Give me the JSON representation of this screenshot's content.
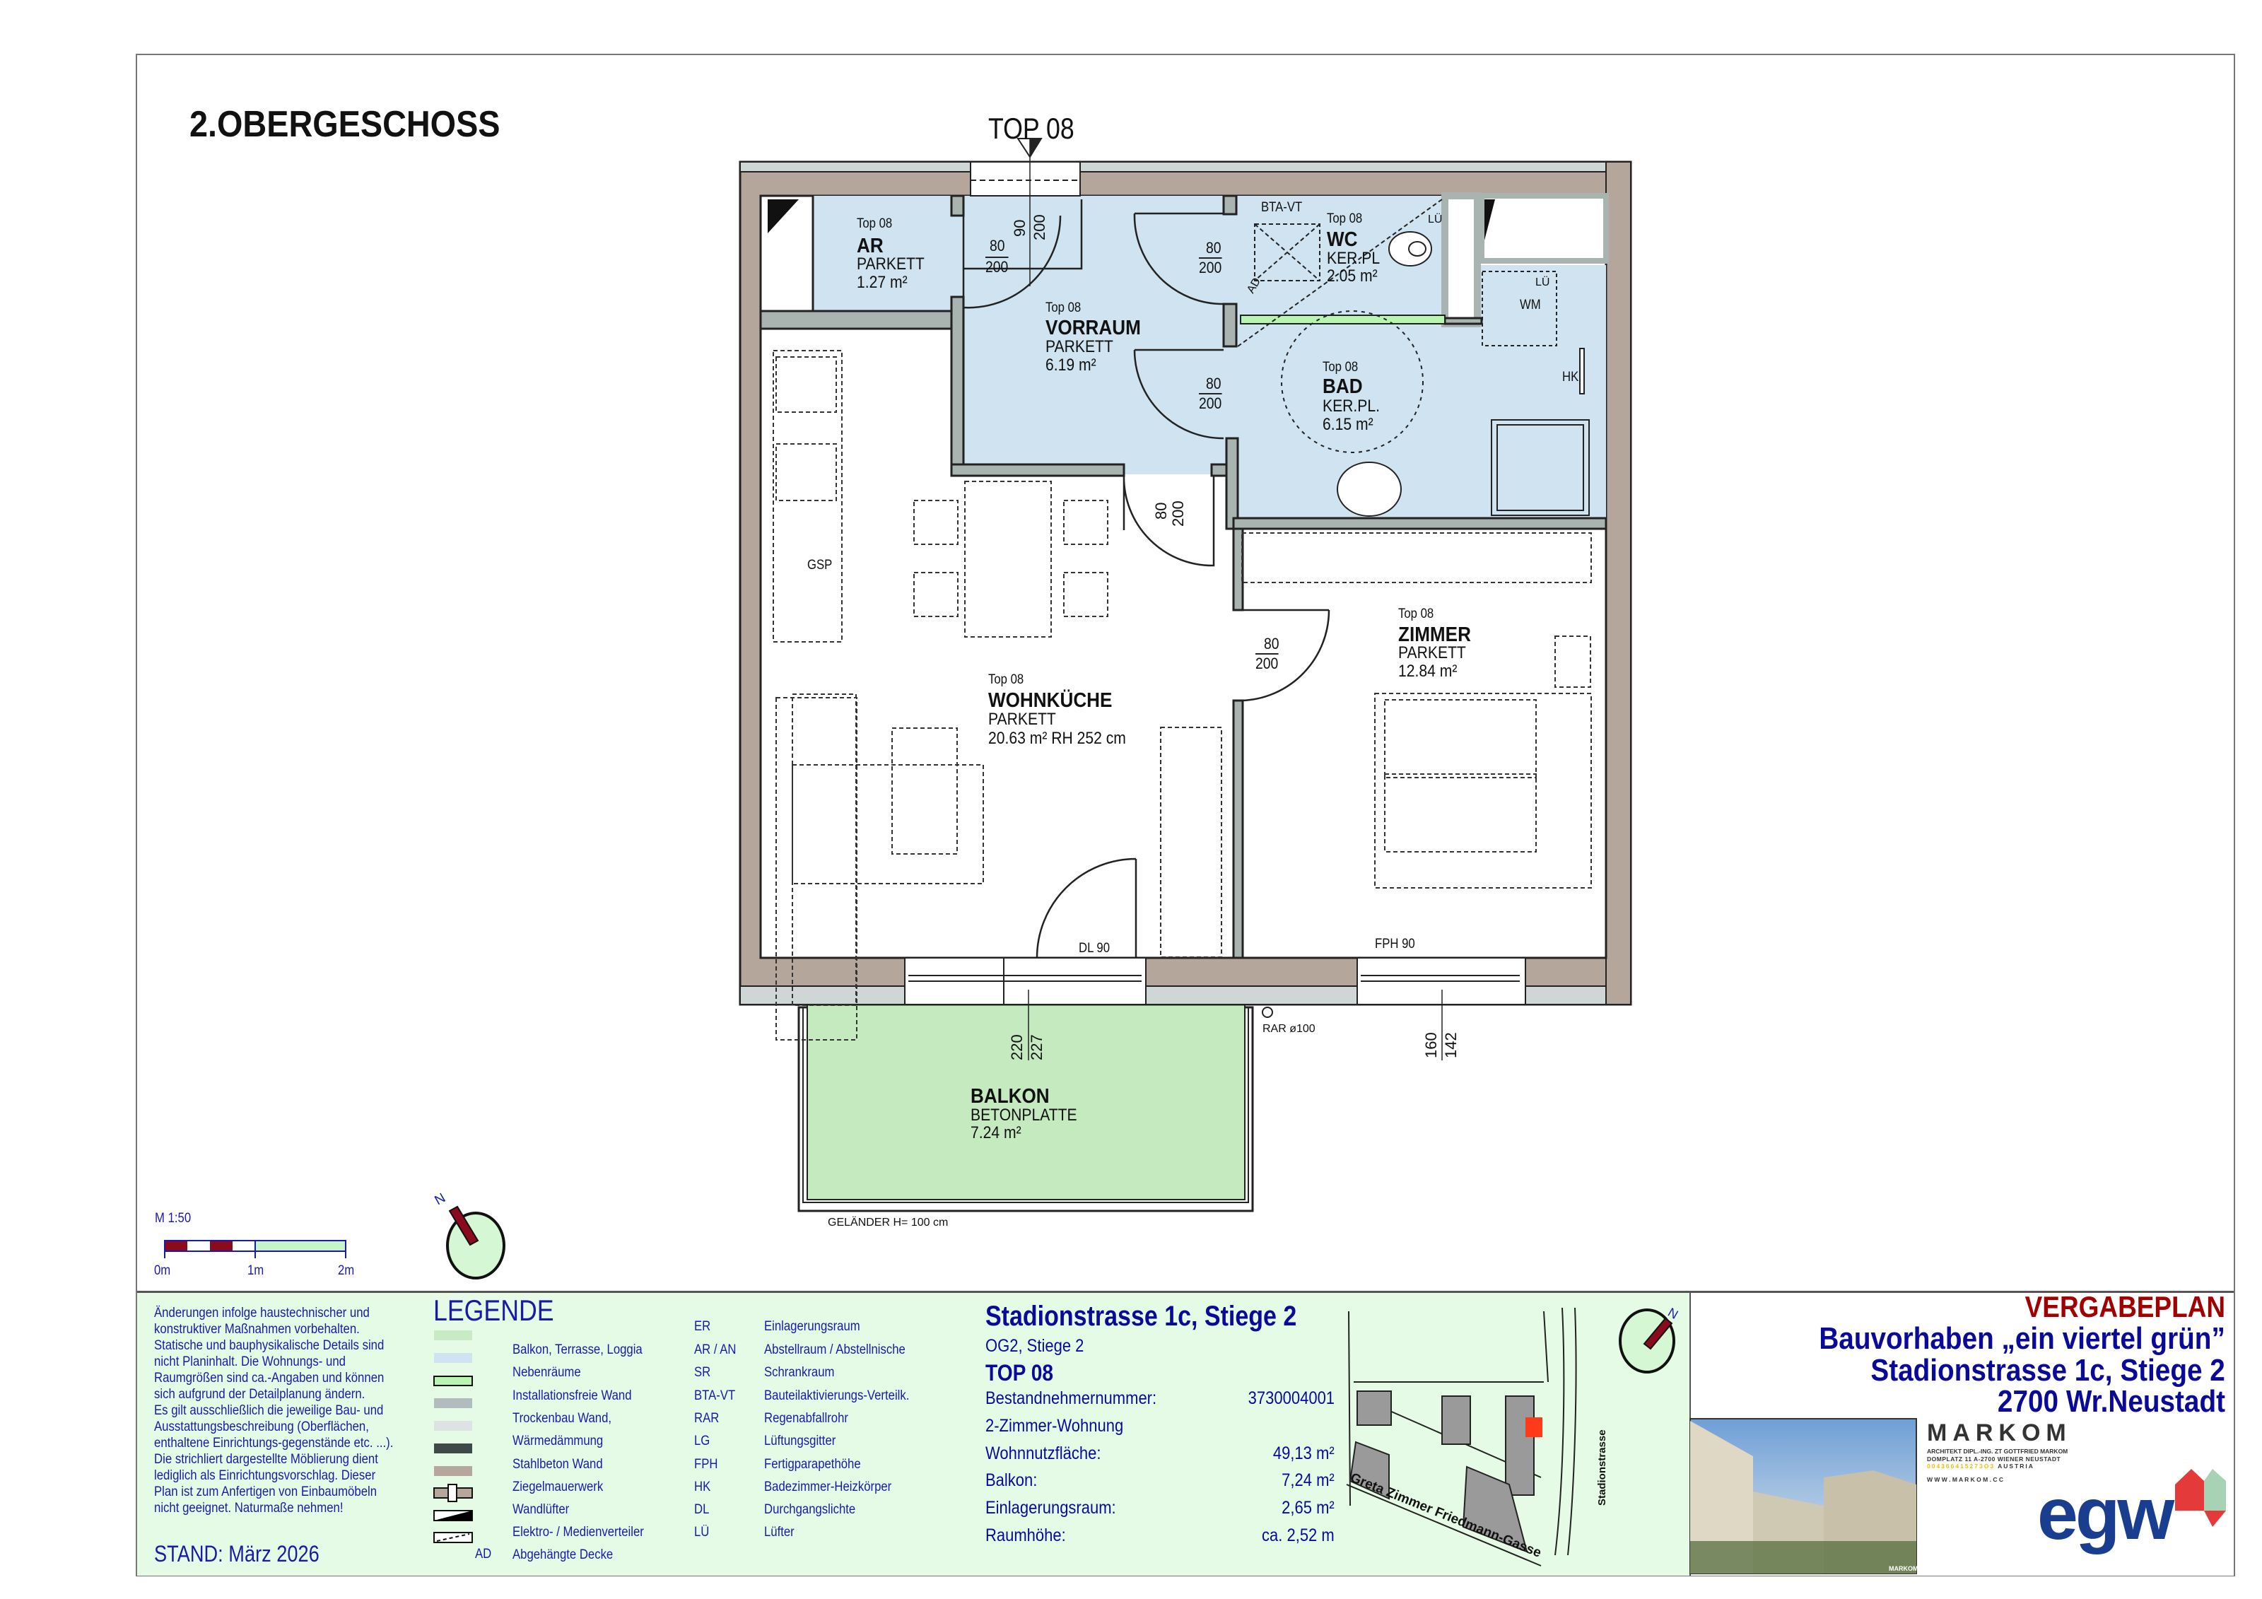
{
  "plan": {
    "floor_title": "2.OBERGESCHOSS",
    "unit_marker": "TOP 08",
    "rooms": {
      "ar": {
        "top": "Top 08",
        "name": "AR",
        "floor": "PARKETT",
        "area": "1.27 m²"
      },
      "vorraum": {
        "top": "Top 08",
        "name": "VORRAUM",
        "floor": "PARKETT",
        "area": "6.19 m²"
      },
      "wc": {
        "top": "Top 08",
        "name": "WC",
        "floor": "KER.PL",
        "area": "2.05 m²"
      },
      "bad": {
        "top": "Top 08",
        "name": "BAD",
        "floor": "KER.PL.",
        "area": "6.15 m²"
      },
      "wohnkueche": {
        "top": "Top 08",
        "name": "WOHNKÜCHE",
        "floor": "PARKETT",
        "area": "20.63 m²  RH 252  cm"
      },
      "zimmer": {
        "top": "Top 08",
        "name": "ZIMMER",
        "floor": "PARKETT",
        "area": "12.84 m²"
      },
      "balkon": {
        "name": "BALKON",
        "floor": "BETONPLATTE",
        "area": "7.24 m²"
      }
    },
    "door_dims": {
      "ar": {
        "w": "80",
        "h": "200"
      },
      "entry": {
        "w": "90",
        "h": "200"
      },
      "wc": {
        "w": "80",
        "h": "200"
      },
      "bad": {
        "w": "80",
        "h": "200"
      },
      "kitchen": {
        "w": "80",
        "h": "200"
      },
      "zimmer": {
        "w": "80",
        "h": "200"
      }
    },
    "window_dims": {
      "balkon": {
        "a": "220",
        "b": "227"
      },
      "zimmer": {
        "a": "160",
        "b": "142"
      }
    },
    "annotations": {
      "bta": "BTA-VT",
      "lue1": "LÜ",
      "lue2": "LÜ",
      "wm": "WM",
      "hk": "HK",
      "gsp": "GSP",
      "ad": "AD",
      "dl": "DL  90",
      "fph": "FPH  90",
      "rar": "RAR  ø100",
      "gelaender": "GELÄNDER  H=  100  cm"
    },
    "scale": {
      "label": "M 1:50",
      "ticks": [
        "0m",
        "1m",
        "2m"
      ]
    },
    "north": "N"
  },
  "footer": {
    "notes": {
      "lines": [
        "Änderungen infolge haustechnischer und",
        "konstruktiver Maßnahmen vorbehalten.",
        "Statische und bauphysikalische Details sind",
        "nicht Planinhalt. Die Wohnungs- und",
        "Raumgrößen sind ca.-Angaben und können",
        "sich aufgrund der Detailplanung ändern.",
        "Es gilt ausschließlich die jeweilige Bau- und",
        "Ausstattungsbeschreibung (Oberflächen,",
        "enthaltene Einrichtungs-gegenstände etc. ...).",
        "Die strichliert dargestellte Möblierung dient",
        "lediglich als Einrichtungsvorschlag. Dieser",
        "Plan ist zum Anfertigen von Einbaumöbeln",
        "nicht geeignet. Naturmaße nehmen!"
      ],
      "stand": "STAND: März 2026"
    },
    "legend": {
      "title": "LEGENDE",
      "items": [
        {
          "label": "Balkon, Terrasse, Loggia",
          "color": "#c8eac4"
        },
        {
          "label": "Nebenräume",
          "color": "#cfe3f0"
        },
        {
          "label": "Installationsfreie Wand",
          "color": "#b8f5b0"
        },
        {
          "label": "Trockenbau Wand,",
          "color": "#b3bcbc"
        },
        {
          "label": "Wärmedämmung",
          "color": "#dde3e3"
        },
        {
          "label": "Stahlbeton Wand",
          "color": "#3e4948"
        },
        {
          "label": "Ziegelmauerwerk",
          "color": "#b6a79c"
        },
        {
          "label": "Wandlüfter",
          "color": "#b6a79c"
        },
        {
          "label": "Elektro- / Medienverteiler",
          "color": "#000000"
        },
        {
          "label": "Abgehängte Decke",
          "color": "#ffffff"
        }
      ],
      "ad_tag": "AD",
      "abbreviations": [
        {
          "abbr": "ER",
          "desc": "Einlagerungsraum"
        },
        {
          "abbr": "AR / AN",
          "desc": "Abstellraum / Abstellnische"
        },
        {
          "abbr": "SR",
          "desc": "Schrankraum"
        },
        {
          "abbr": "BTA-VT",
          "desc": "Bauteilaktivierungs-Verteilk."
        },
        {
          "abbr": "RAR",
          "desc": "Regenabfallrohr"
        },
        {
          "abbr": "LG",
          "desc": "Lüftungsgitter"
        },
        {
          "abbr": "FPH",
          "desc": "Fertigparapethöhe"
        },
        {
          "abbr": "HK",
          "desc": "Badezimmer-Heizkörper"
        },
        {
          "abbr": "DL",
          "desc": "Durchgangslichte"
        },
        {
          "abbr": "LÜ",
          "desc": "Lüfter"
        }
      ]
    },
    "unit_info": {
      "address": "Stadionstrasse 1c, Stiege 2",
      "level": "OG2, Stiege 2",
      "unit": "TOP 08",
      "rows": [
        {
          "label": "Bestandnehmernummer:",
          "value": "3730004001"
        },
        {
          "label": "2-Zimmer-Wohnung",
          "value": ""
        },
        {
          "label": "Wohnnutzfläche:",
          "value": "49,13 m²"
        },
        {
          "label": "Balkon:",
          "value": "7,24 m²"
        },
        {
          "label": "Einlagerungsraum:",
          "value": "2,65 m²"
        },
        {
          "label": "Raumhöhe:",
          "value": "ca. 2,52 m"
        }
      ]
    },
    "site_map": {
      "street_1": "Greta Zimmer Friedmann-Gasse",
      "street_2": "Stadionstrasse",
      "north": "N"
    },
    "project": {
      "plan_type": "VERGABEPLAN",
      "project_name": "Bauvorhaben „ein viertel grün”",
      "address": "Stadionstrasse 1c, Stiege 2",
      "city": "2700 Wr.Neustadt"
    },
    "architect": {
      "name": "MARKOM",
      "line1": "ARCHITEKT DIPL.-ING. ZT GOTTFRIED MARKOM",
      "line2": "DOMPLATZ 11  A-2700 WIENER NEUSTADT",
      "phone": "004366415273O3",
      "country": "AUSTRIA",
      "web": "W W W . M A R K O M . C C",
      "photo_tag": "MARKOM"
    },
    "developer": {
      "logo": "egw"
    }
  },
  "colors": {
    "brand_blue": "#0a0a9a",
    "plan_red": "#a00000",
    "footer_bg": "#e6fbe6",
    "nebenraum": "#cfe3f0",
    "balkon": "#c8eac4",
    "brick": "#b6a79c",
    "drywall": "#a9b4b1"
  }
}
